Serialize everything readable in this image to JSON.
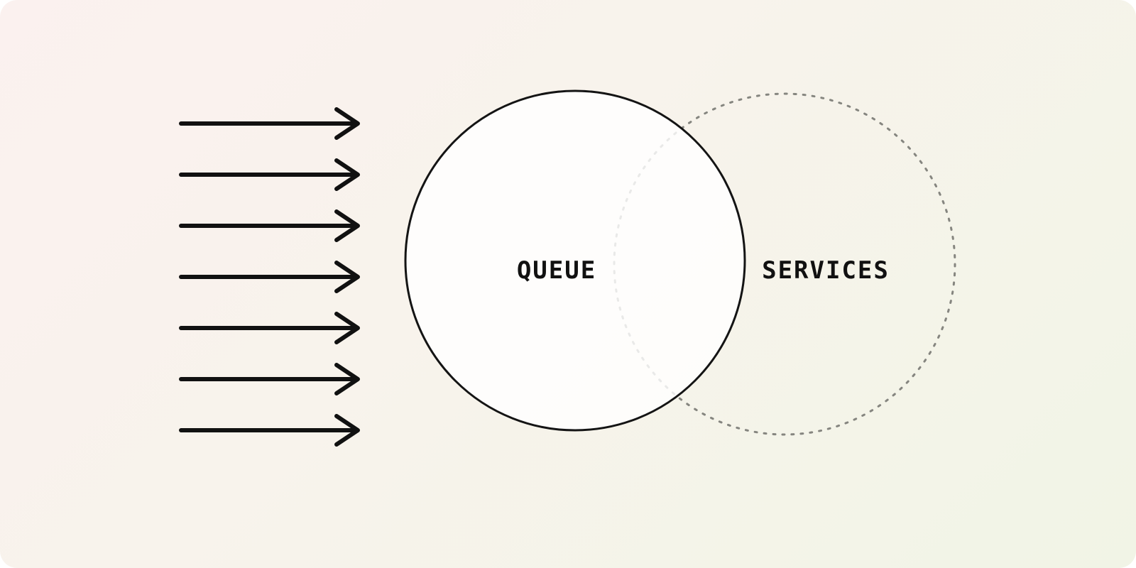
{
  "diagram": {
    "title": "queue-services-diagram",
    "queue_label": "QUEUE",
    "services_label": "SERVICES",
    "arrow_count": 7,
    "colors": {
      "background_top_left": "#fbf1ef",
      "background_bottom_right": "#f1f4e6",
      "arrow": "#111111",
      "solid_circle_stroke": "#141414",
      "solid_circle_fill": "#ffffff",
      "dashed_circle_stroke": "#85857f",
      "label_text": "#111111"
    }
  }
}
